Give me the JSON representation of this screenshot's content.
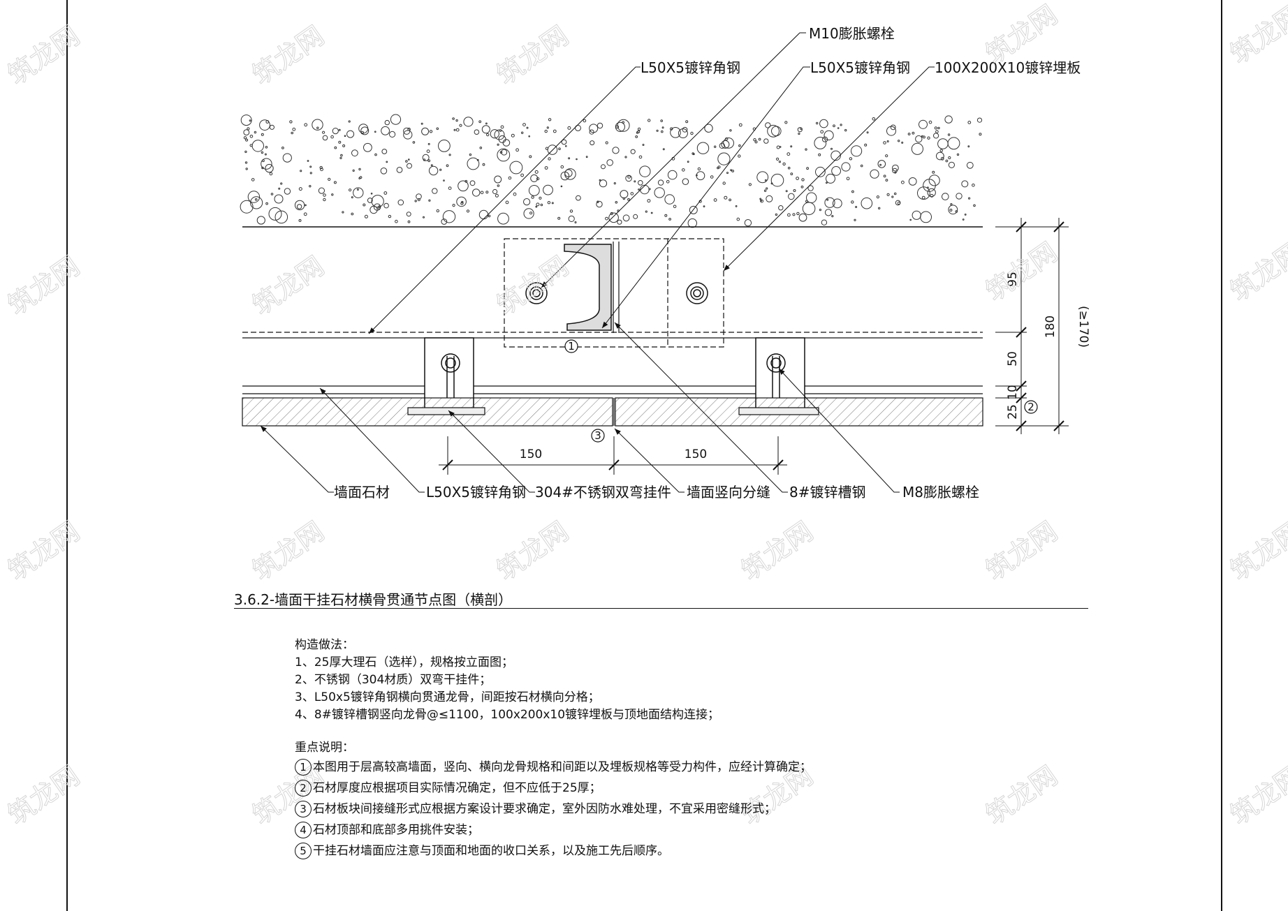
{
  "labels": {
    "m10_bolt": "M10膨胀螺栓",
    "angle_top_left": "L50X5镀锌角钢",
    "angle_top_right": "L50X5镀锌角钢",
    "embed_plate": "100X200X10镀锌埋板",
    "wall_stone": "墙面石材",
    "angle_bottom": "L50X5镀锌角钢",
    "hanger": "304#不锈钢双弯挂件",
    "vertical_joint": "墙面竖向分缝",
    "channel": "8#镀锌槽钢",
    "m8_bolt": "M8膨胀螺栓"
  },
  "dimensions": {
    "d95": "95",
    "d50": "50",
    "d10": "10",
    "d25": "25",
    "d180": "180",
    "d170": "(≥170)",
    "d150_left": "150",
    "d150_right": "150"
  },
  "markers": {
    "m1": "1",
    "m2": "2",
    "m3": "3"
  },
  "title": "3.6.2-墙面干挂石材横骨贯通节点图（横剖）",
  "construction": {
    "heading": "构造做法：",
    "items": [
      "1、25厚大理石（选样），规格按立面图；",
      "2、不锈钢（304材质）双弯干挂件；",
      "3、L50x5镀锌角钢横向贯通龙骨，间距按石材横向分格；",
      "4、8#镀锌槽钢竖向龙骨@≤1100，100x200x10镀锌埋板与顶地面结构连接；"
    ]
  },
  "key_points": {
    "heading": "重点说明：",
    "items": [
      {
        "num": "1",
        "text": "本图用于层高较高墙面，竖向、横向龙骨规格和间距以及埋板规格等受力构件，应经计算确定；"
      },
      {
        "num": "2",
        "text": "石材厚度应根据项目实际情况确定，但不应低于25厚；"
      },
      {
        "num": "3",
        "text": "石材板块间接缝形式应根据方案设计要求确定，室外因防水难处理，不宜采用密缝形式；"
      },
      {
        "num": "4",
        "text": "石材顶部和底部多用挑件安装；"
      },
      {
        "num": "5",
        "text": "干挂石材墙面应注意与顶面和地面的收口关系，以及施工先后顺序。"
      }
    ]
  },
  "watermark": "筑龙网"
}
